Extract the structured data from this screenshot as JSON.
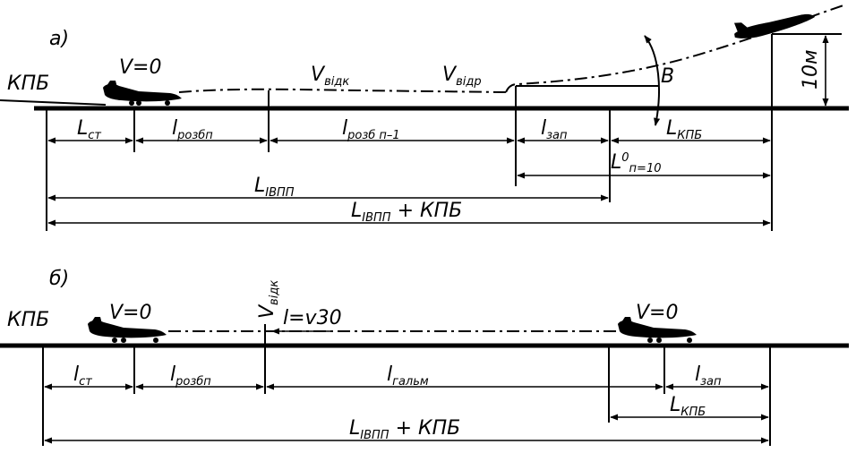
{
  "panel_a": {
    "label": "а)",
    "kpb": "КПБ",
    "v0_label": "V=0",
    "v_vidk": {
      "main": "V",
      "sub": "відк"
    },
    "v_vidr": {
      "main": "V",
      "sub": "відр"
    },
    "point_b": "B",
    "height_label": "10м",
    "dims": {
      "l_st": {
        "main": "L",
        "sub": "ст"
      },
      "l_rozbp": {
        "main": "l",
        "sub": "розбп"
      },
      "l_rozb_n1": {
        "main": "l",
        "sub": "розб п–1"
      },
      "l_zap": {
        "main": "l",
        "sub": "зап"
      },
      "l_kpb": {
        "main": "L",
        "sub": "КПБ"
      },
      "l0_n10": {
        "main": "L",
        "sup": "0",
        "sub": "п=10"
      },
      "l_ivpp": {
        "main": "L",
        "sub": "IВПП"
      },
      "l_ivpp_kpb": {
        "main": "L",
        "sub": "IВПП",
        "suffix": " + КПБ"
      }
    }
  },
  "panel_b": {
    "label": "б)",
    "kpb": "КПБ",
    "v0_left": "V=0",
    "v0_right": "V=0",
    "v_vidk": {
      "main": "V",
      "sub": "відк"
    },
    "t_label": "l=v30",
    "dims": {
      "l_st": {
        "main": "l",
        "sub": "ст"
      },
      "l_rozbp": {
        "main": "l",
        "sub": "розбп"
      },
      "l_galm": {
        "main": "l",
        "sub": "гальм"
      },
      "l_zap": {
        "main": "l",
        "sub": "зап"
      },
      "l_kpb": {
        "main": "L",
        "sub": "КПБ"
      },
      "l_ivpp_kpb": {
        "main": "L",
        "sub": "IВПП",
        "suffix": " + КПБ"
      }
    }
  }
}
